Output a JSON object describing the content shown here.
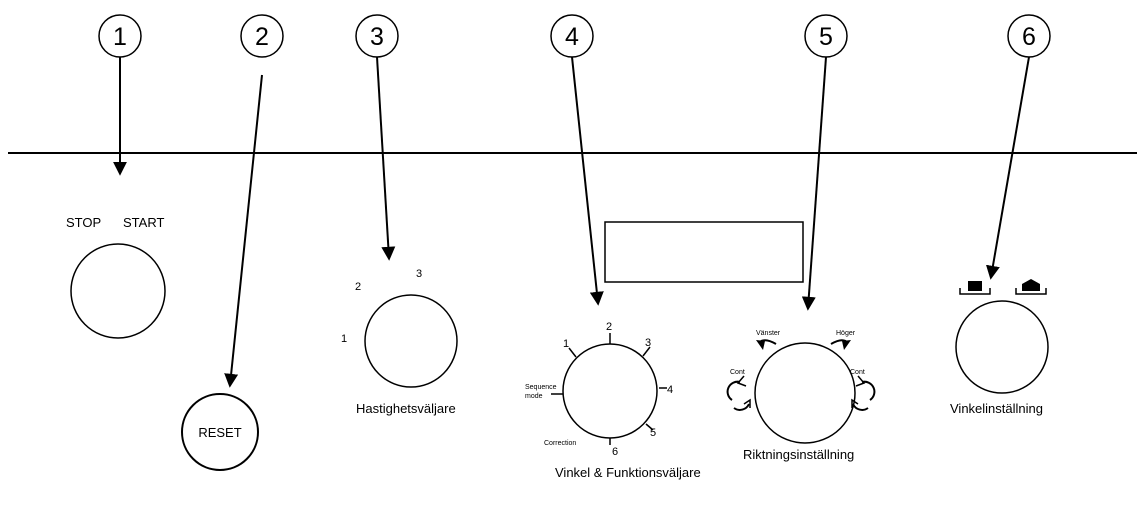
{
  "callouts": [
    "1",
    "2",
    "3",
    "4",
    "5",
    "6"
  ],
  "stop_start": {
    "stop": "STOP",
    "start": "START"
  },
  "reset": {
    "label": "RESET"
  },
  "speed": {
    "ticks": [
      "1",
      "2",
      "3"
    ],
    "label": "Hastighetsväljare"
  },
  "angle": {
    "ticks": [
      "1",
      "2",
      "3",
      "4",
      "5",
      "6"
    ],
    "sequence_mode": [
      "Sequence",
      "mode"
    ],
    "correction": "Correction",
    "label": "Vinkel & Funktionsväljare"
  },
  "direction": {
    "left": "Vänster",
    "right": "Höger",
    "cont_left": "Cont",
    "cont_right": "Cont",
    "label": "Riktningsinställning"
  },
  "angle_setting": {
    "label": "Vinkelinställning"
  },
  "colors": {
    "line": "#000000",
    "background": "#ffffff"
  }
}
